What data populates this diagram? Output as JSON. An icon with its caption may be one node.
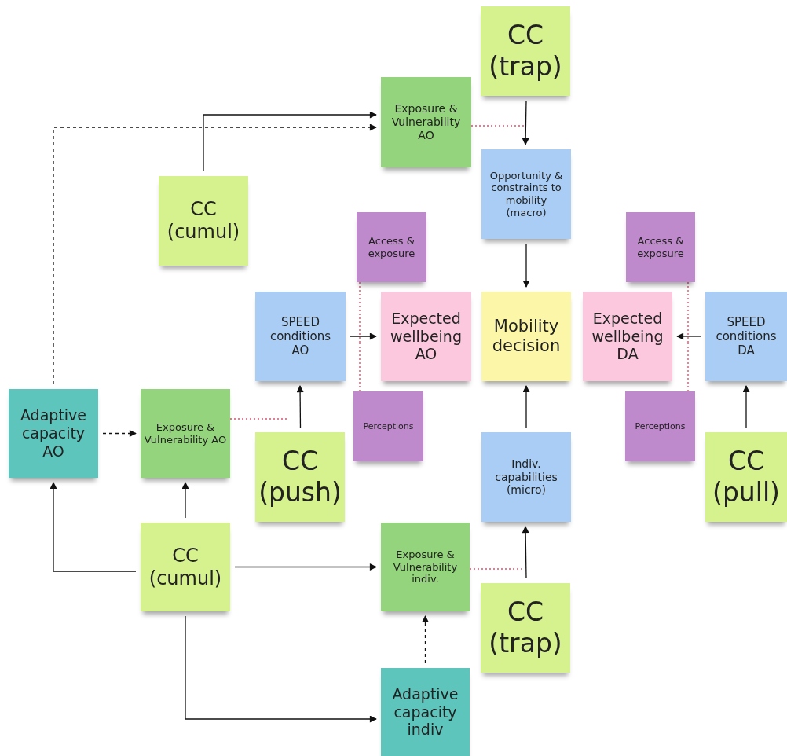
{
  "diagram": {
    "nodes": [
      {
        "text": [
          "CC (trap)"
        ]
      },
      {
        "text": [
          "Exposure & Vulnerability AO"
        ]
      },
      {
        "text": [
          "CC (cumul)"
        ]
      },
      {
        "text": [
          "Opportunity & constraints to mobility (macro)"
        ]
      },
      {
        "text": [
          "Access & exposure"
        ]
      },
      {
        "text": [
          "Access & exposure"
        ]
      },
      {
        "text": [
          "SPEED conditions AO"
        ]
      },
      {
        "text": [
          "Expected wellbeing AO"
        ]
      },
      {
        "text": [
          "Mobility decision"
        ]
      },
      {
        "text": [
          "Expected wellbeing DA"
        ]
      },
      {
        "text": [
          "SPEED conditions DA"
        ]
      },
      {
        "text": [
          "Adaptive capacity AO"
        ]
      },
      {
        "text": [
          "Exposure & Vulnerability AO"
        ]
      },
      {
        "text": [
          "Perceptions"
        ]
      },
      {
        "text": [
          "Perceptions"
        ]
      },
      {
        "text": [
          "CC (push)"
        ]
      },
      {
        "text": [
          "Indiv. capabilities (micro)"
        ]
      },
      {
        "text": [
          "CC (pull)"
        ]
      },
      {
        "text": [
          "CC (cumul)"
        ]
      },
      {
        "text": [
          "Exposure & Vulnerability indiv."
        ]
      },
      {
        "text": [
          "CC (trap)"
        ]
      },
      {
        "text": [
          "Adaptive capacity indiv"
        ]
      }
    ],
    "edges": [
      {
        "from": 2,
        "to": 1,
        "arrow": "to"
      },
      {
        "from": 11,
        "to": 1,
        "arrow": "to",
        "style": "dashed"
      },
      {
        "from": 0,
        "to": 3,
        "arrow": "to"
      },
      {
        "from": 3,
        "to": 8,
        "arrow": "to"
      },
      {
        "from": 6,
        "to": 7,
        "arrow": "to"
      },
      {
        "from": 10,
        "to": 9,
        "arrow": "to"
      },
      {
        "from": 15,
        "to": 6,
        "arrow": "to"
      },
      {
        "from": 16,
        "to": 8,
        "arrow": "to"
      },
      {
        "from": 17,
        "to": 10,
        "arrow": "to"
      },
      {
        "from": 11,
        "to": 12,
        "arrow": "to",
        "style": "dashed"
      },
      {
        "from": 18,
        "to": 12,
        "arrow": "to"
      },
      {
        "from": 18,
        "to": 11,
        "arrow": "to"
      },
      {
        "from": 18,
        "to": 19,
        "arrow": "to"
      },
      {
        "from": 18,
        "to": 21,
        "arrow": "to"
      },
      {
        "from": 21,
        "to": 19,
        "arrow": "to",
        "style": "dashed"
      },
      {
        "from": 20,
        "to": 16,
        "arrow": "to"
      },
      {
        "from": 1,
        "to": null,
        "arrow": "none",
        "style": "dashed",
        "color": "#e0506e"
      },
      {
        "from": 12,
        "to": null,
        "arrow": "none",
        "style": "dashed",
        "color": "#e0506e"
      },
      {
        "from": 19,
        "to": null,
        "arrow": "none",
        "style": "dashed",
        "color": "#e0506e"
      },
      {
        "from": 4,
        "to": null,
        "arrow": "none",
        "style": "dashed",
        "color": "#e0506e"
      },
      {
        "from": 13,
        "to": null,
        "arrow": "none",
        "style": "dashed",
        "color": "#e0506e"
      },
      {
        "from": 5,
        "to": null,
        "arrow": "none",
        "style": "dashed",
        "color": "#e0506e"
      },
      {
        "from": 14,
        "to": null,
        "arrow": "none",
        "style": "dashed",
        "color": "#e0506e"
      }
    ]
  }
}
